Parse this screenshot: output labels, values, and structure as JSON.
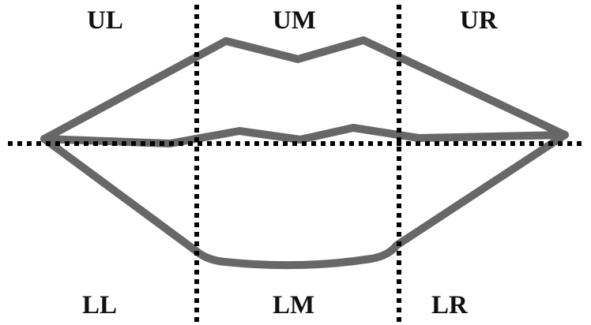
{
  "regions": {
    "upper_left": "UL",
    "upper_middle": "UM",
    "upper_right": "UR",
    "lower_left": "LL",
    "lower_middle": "LM",
    "lower_right": "LR"
  },
  "colors": {
    "lip_outline": "#676767",
    "grid_lines": "#000000",
    "labels": "#111111",
    "background": "#ffffff"
  }
}
